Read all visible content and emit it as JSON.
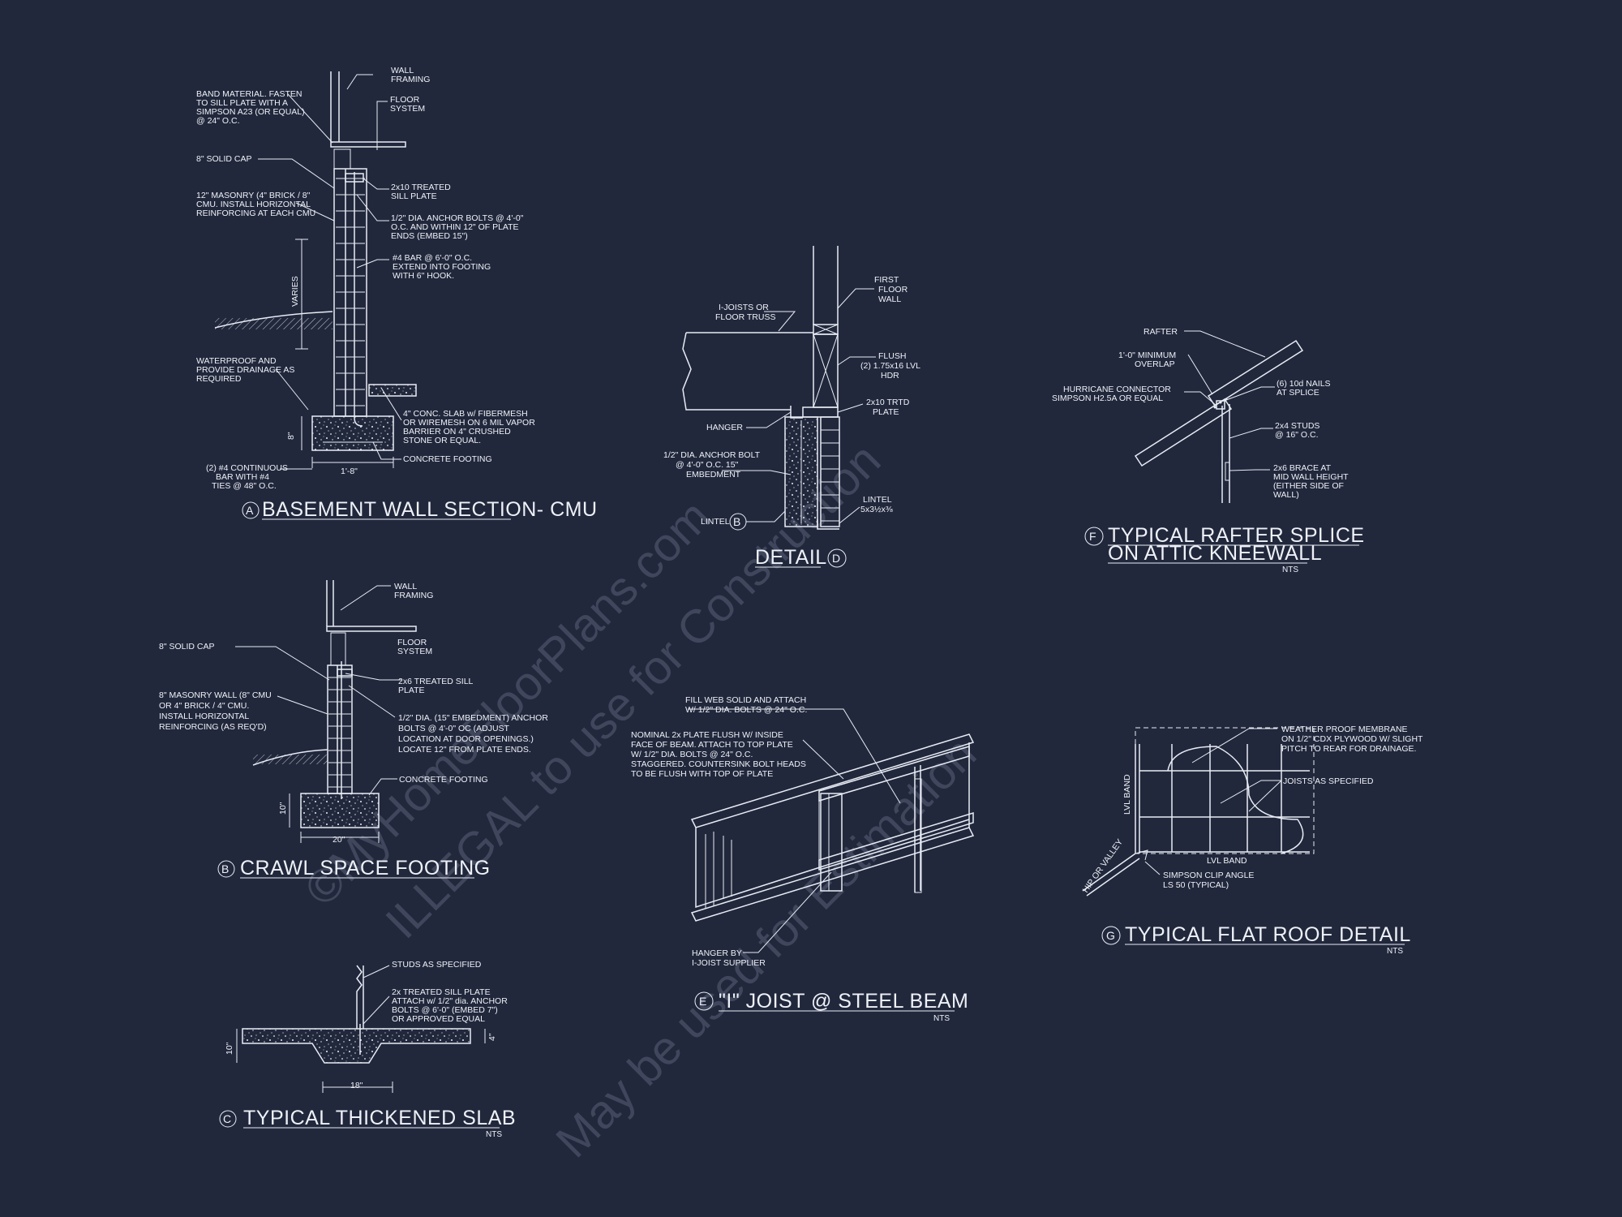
{
  "sheet": {
    "background": "#22283c",
    "line_color": "#e8ecf4",
    "watermark": [
      "©MyHomeFloorPlans.com",
      "ILLEGAL to use for Construction",
      "May be used for Estimation"
    ]
  },
  "details": {
    "a": {
      "tag": "A",
      "title": "BASEMENT WALL SECTION- CMU",
      "notes": {
        "wall_framing": [
          "WALL",
          "FRAMING"
        ],
        "floor_system": [
          "FLOOR",
          "SYSTEM"
        ],
        "band": [
          "BAND MATERIAL. FASTEN",
          "TO SILL PLATE WITH A",
          "SIMPSON A23 (OR EQUAL)",
          "@ 24\" O.C."
        ],
        "solid_cap": [
          "8\" SOLID CAP"
        ],
        "masonry": [
          "12\" MASONRY (4\" BRICK / 8\"",
          "CMU. INSTALL HORIZONTAL",
          "REINFORCING AT EACH CMU"
        ],
        "sill_plate": [
          "2x10 TREATED",
          "SILL PLATE"
        ],
        "anchor": [
          "1/2\" DIA. ANCHOR BOLTS @ 4'-0\"",
          "O.C. AND WITHIN 12\" OF PLATE",
          "ENDS (EMBED 15\")"
        ],
        "bar": [
          "#4 BAR @ 6'-0\" O.C.",
          "EXTEND INTO FOOTING",
          "WITH 6\" HOOK."
        ],
        "varies": "VARIES",
        "waterproof": [
          "WATERPROOF AND",
          "PROVIDE DRAINAGE AS",
          "REQUIRED"
        ],
        "slab": [
          "4\" CONC. SLAB w/ FIBERMESH",
          "OR WIREMESH ON 6 MIL VAPOR",
          "BARRIER ON 4\" CRUSHED",
          "STONE OR EQUAL."
        ],
        "footing": [
          "CONCRETE FOOTING"
        ],
        "dim_height": "8\"",
        "dim_width": "1'-8\"",
        "bars": [
          "(2) #4 CONTINUOUS",
          "BAR WITH #4",
          "TIES @ 48\" O.C."
        ]
      }
    },
    "b": {
      "tag": "B",
      "title": "CRAWL SPACE FOOTING",
      "notes": {
        "wall_framing": [
          "WALL",
          "FRAMING"
        ],
        "floor_system": [
          "FLOOR",
          "SYSTEM"
        ],
        "solid_cap": [
          "8\" SOLID CAP"
        ],
        "masonry": [
          "8\" MASONRY WALL (8\" CMU",
          "OR 4\" BRICK / 4\" CMU.",
          "INSTALL HORIZONTAL",
          "REINFORCING (AS REQ'D)"
        ],
        "sill_plate": [
          "2x6 TREATED SILL",
          "PLATE"
        ],
        "anchor": [
          "1/2\" DIA. (15\" EMBEDMENT) ANCHOR",
          "BOLTS @ 4'-0\" OC (ADJUST",
          "LOCATION AT DOOR OPENINGS.)",
          "LOCATE 12\" FROM PLATE ENDS."
        ],
        "footing": [
          "CONCRETE FOOTING"
        ],
        "dim_height": "10\"",
        "dim_width": "20\""
      }
    },
    "c": {
      "tag": "C",
      "title": "TYPICAL THICKENED SLAB",
      "nts": "NTS",
      "notes": {
        "studs": [
          "STUDS AS SPECIFIED"
        ],
        "sill": [
          "2x  TREATED SILL PLATE",
          "ATTACH w/ 1/2\" dia. ANCHOR",
          "BOLTS @ 6'-0\" (EMBED 7\")",
          "OR APPROVED EQUAL"
        ],
        "dim_slab": "4\"",
        "dim_depth": "10\"",
        "dim_width": "18\""
      }
    },
    "d": {
      "tag": "D",
      "title": "DETAIL",
      "notes": {
        "wall": [
          "FIRST",
          "FLOOR",
          "WALL"
        ],
        "joists": [
          "I-JOISTS OR",
          "FLOOR TRUSS"
        ],
        "flush": [
          "FLUSH",
          "(2) 1.75x16 LVL",
          "HDR"
        ],
        "trtd": [
          "2x10 TRTD",
          "PLATE"
        ],
        "hanger": [
          "HANGER"
        ],
        "anchor": [
          "1/2\" DIA. ANCHOR BOLT",
          "@ 4'-0\" O.C.  15\"",
          "EMBEDMENT"
        ],
        "lintel_size": [
          "LINTEL",
          "5x3½x⅜"
        ],
        "lintel_b": "LINTEL",
        "lintel_b_tag": "B"
      }
    },
    "e": {
      "tag": "E",
      "title": "\"I\" JOIST @ STEEL BEAM",
      "nts": "NTS",
      "notes": {
        "fill": [
          "FILL WEB SOLID AND ATTACH",
          "W/ 1/2\" DIA. BOLTS @ 24\" O.C."
        ],
        "plate": [
          "NOMINAL 2x PLATE FLUSH W/ INSIDE",
          "FACE OF BEAM. ATTACH TO TOP PLATE",
          "W/ 1/2\" DIA. BOLTS @ 24\" O.C.",
          "STAGGERED. COUNTERSINK BOLT HEADS",
          "TO BE FLUSH WITH TOP OF PLATE"
        ],
        "hanger": [
          "HANGER BY",
          "I-JOIST SUPPLIER"
        ]
      }
    },
    "f": {
      "tag": "F",
      "title_1": "TYPICAL RAFTER SPLICE",
      "title_2": "ON ATTIC KNEEWALL",
      "nts": "NTS",
      "notes": {
        "rafter": [
          "RAFTER"
        ],
        "overlap": [
          "1'-0\" MINIMUM",
          "OVERLAP"
        ],
        "hurricane": [
          "HURRICANE CONNECTOR",
          "SIMPSON H2.5A OR EQUAL"
        ],
        "nails": [
          "(6) 10d NAILS",
          "AT SPLICE"
        ],
        "studs": [
          "2x4 STUDS",
          "@ 16\" O.C."
        ],
        "brace": [
          "2x6 BRACE AT",
          "MID WALL HEIGHT",
          "(EITHER SIDE OF",
          "WALL)"
        ]
      }
    },
    "g": {
      "tag": "G",
      "title": "TYPICAL FLAT ROOF DETAIL",
      "nts": "NTS",
      "notes": {
        "membrane": [
          "WEATHER PROOF MEMBRANE",
          "ON 1/2\" CDX PLYWOOD W/ SLIGHT",
          "PITCH TO REAR FOR DRAINAGE."
        ],
        "joists": [
          "JOISTS AS SPECIFIED"
        ],
        "lvl_band_v": "LVL BAND",
        "lvl_band_h": "LVL BAND",
        "clip": [
          "SIMPSON CLIP ANGLE",
          "LS 50 (TYPICAL)"
        ],
        "hip": "HIP OR VALLEY"
      }
    }
  }
}
